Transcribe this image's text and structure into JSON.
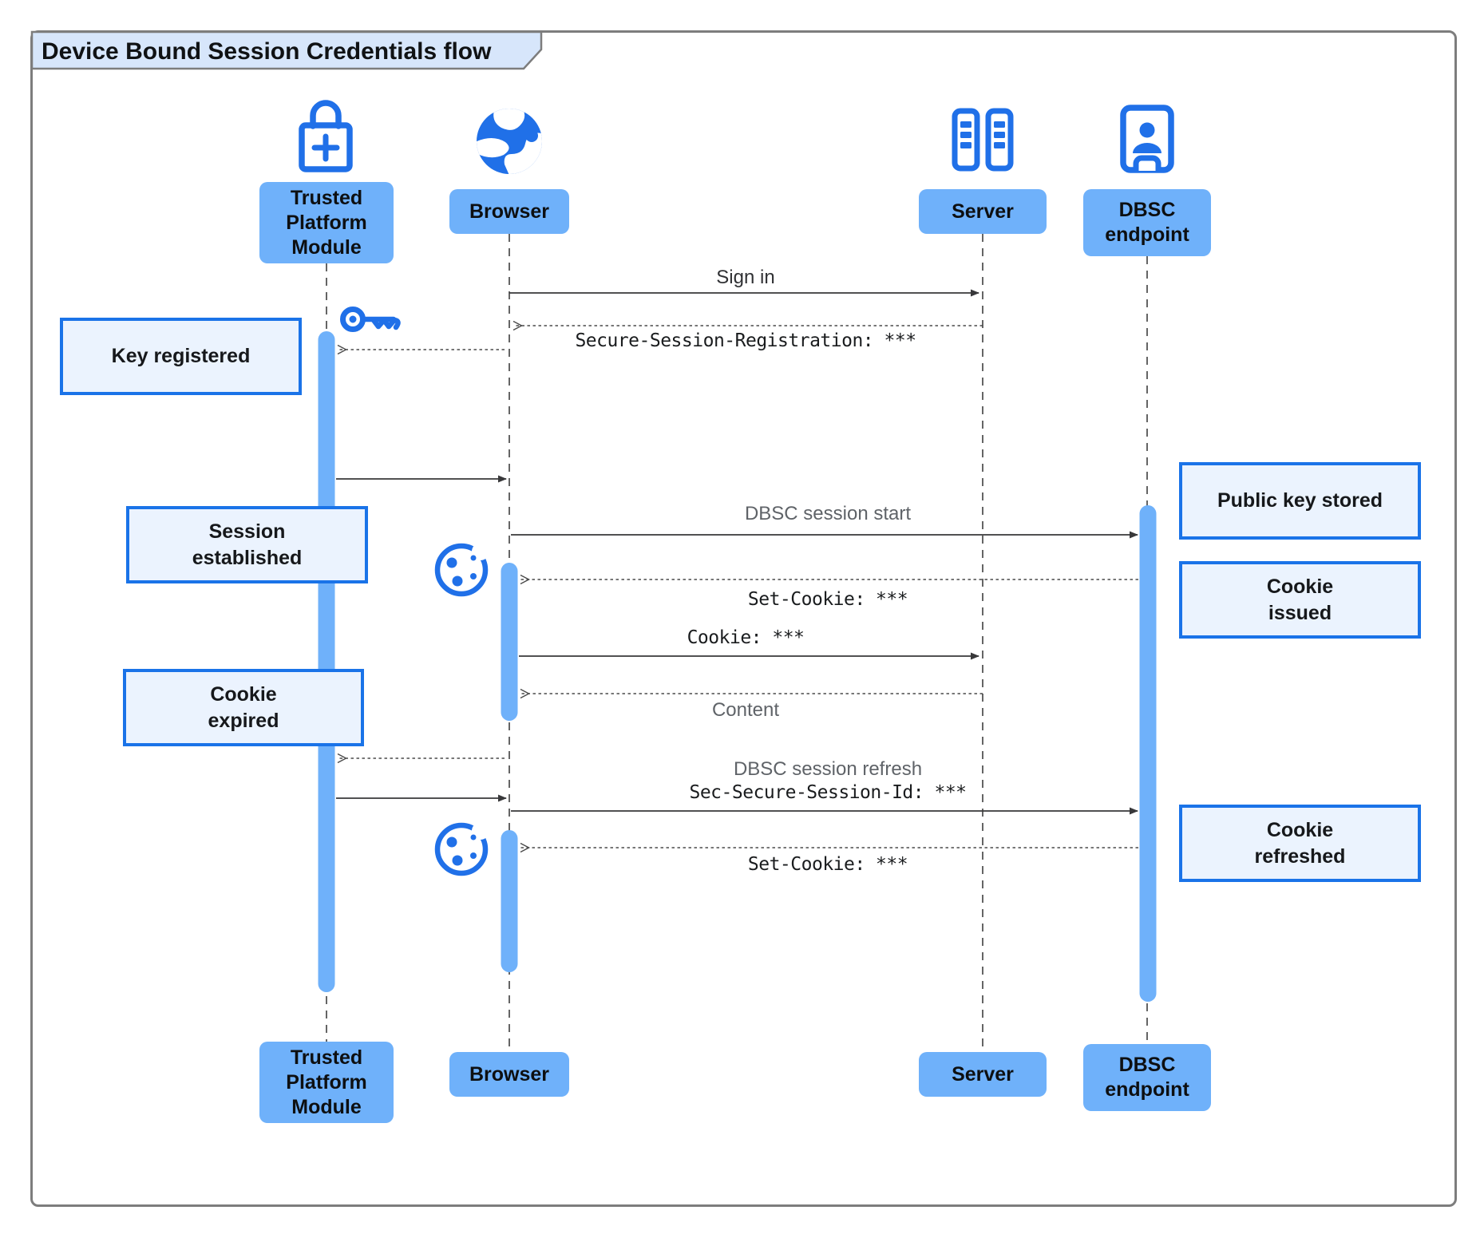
{
  "title": "Device Bound Session Credentials flow",
  "colors": {
    "participant_fill": "#6FB1FA",
    "activation_fill": "#6FB1FA",
    "note_fill": "#EBF3FE",
    "note_border": "#1A73E8",
    "icon_blue": "#2070E8",
    "title_fill": "#D7E6FB",
    "frame_border": "#7D7D7D",
    "solid_arrow": "#38383A",
    "dashed_arrow": "#4A4A4A",
    "label_dark": "#303134",
    "label_gray": "#5F6368",
    "mono_text": "#1A1C1E",
    "lifeline": "#4A4A4A"
  },
  "participants": [
    {
      "id": "tpm",
      "label": "Trusted Platform Module",
      "lines": [
        "Trusted",
        "Platform",
        "Module"
      ],
      "icon": "lock-plus-icon"
    },
    {
      "id": "browser",
      "label": "Browser",
      "lines": [
        "Browser"
      ],
      "icon": "globe-icon"
    },
    {
      "id": "server",
      "label": "Server",
      "lines": [
        "Server"
      ],
      "icon": "server-rack-icon"
    },
    {
      "id": "dbsc",
      "label": "DBSC endpoint",
      "lines": [
        "DBSC",
        "endpoint"
      ],
      "icon": "id-badge-icon"
    }
  ],
  "messages": [
    {
      "from": "Browser",
      "to": "Server",
      "label": "Sign in",
      "line": "solid"
    },
    {
      "from": "Server",
      "to": "Browser",
      "label": "Secure-Session-Registration: ***",
      "line": "dashed",
      "font": "mono"
    },
    {
      "from": "Browser",
      "to": "Trusted Platform Module",
      "label": "",
      "line": "dashed",
      "icon": "key-icon"
    },
    {
      "from": "Trusted Platform Module",
      "to": "Browser",
      "label": "",
      "line": "solid"
    },
    {
      "from": "Browser",
      "to": "DBSC endpoint",
      "label": "DBSC session start",
      "line": "solid"
    },
    {
      "from": "DBSC endpoint",
      "to": "Browser",
      "label": "Set-Cookie: ***",
      "line": "dashed",
      "font": "mono",
      "icon": "cookie-icon"
    },
    {
      "from": "Browser",
      "to": "Server",
      "label": "Cookie: ***",
      "line": "solid",
      "font": "mono"
    },
    {
      "from": "Server",
      "to": "Browser",
      "label": "Content",
      "line": "dashed"
    },
    {
      "from": "Browser",
      "to": "Trusted Platform Module",
      "label": "",
      "line": "dashed"
    },
    {
      "from": "Trusted Platform Module",
      "to": "Browser",
      "label": "",
      "line": "solid"
    },
    {
      "from": "Browser",
      "to": "DBSC endpoint",
      "label": "DBSC session refresh",
      "label2": "Sec-Secure-Session-Id: ***",
      "line": "solid"
    },
    {
      "from": "DBSC endpoint",
      "to": "Browser",
      "label": "Set-Cookie: ***",
      "line": "dashed",
      "font": "mono",
      "icon": "cookie-icon"
    }
  ],
  "notes": [
    {
      "text": "Key registered",
      "lines": [
        "Key registered"
      ],
      "participant": "Trusted Platform Module"
    },
    {
      "text": "Public key stored",
      "lines": [
        "Public key stored"
      ],
      "participant": "DBSC endpoint"
    },
    {
      "text": "Session established",
      "lines": [
        "Session",
        "established"
      ],
      "participant": "Trusted Platform Module"
    },
    {
      "text": "Cookie issued",
      "lines": [
        "Cookie",
        "issued"
      ],
      "participant": "DBSC endpoint"
    },
    {
      "text": "Cookie expired",
      "lines": [
        "Cookie",
        "expired"
      ],
      "participant": "Trusted Platform Module"
    },
    {
      "text": "Cookie refreshed",
      "lines": [
        "Cookie",
        "refreshed"
      ],
      "participant": "DBSC endpoint"
    }
  ]
}
